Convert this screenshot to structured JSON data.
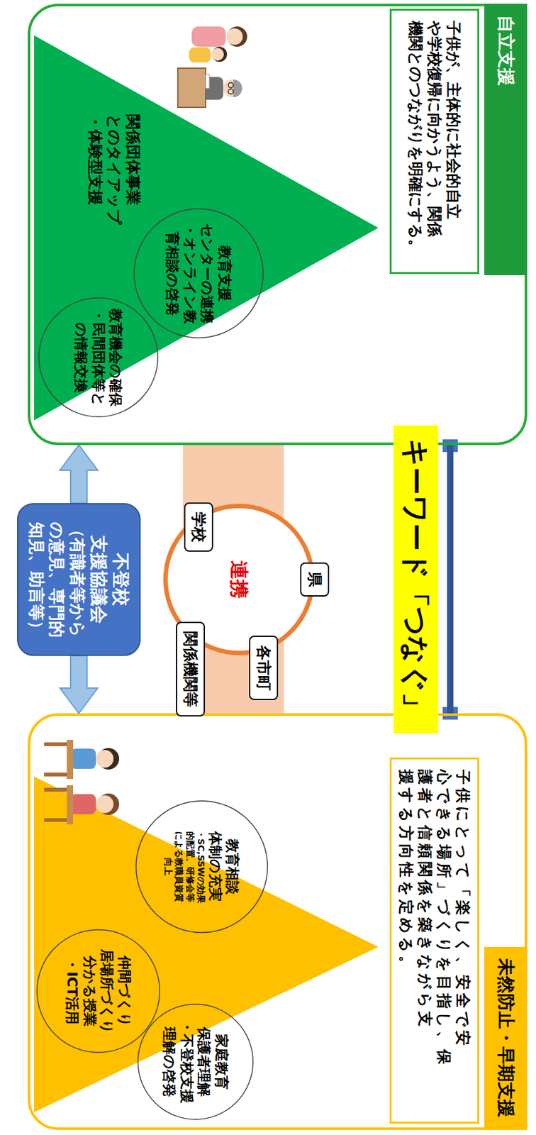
{
  "diagram": {
    "nodes": [
      {
        "text": [
          "自立支援"
        ]
      },
      {
        "text": [
          "子供が、主体的に社会的自立 や学校復帰に向かうよう、関係 機関とのつながりを明確にする。"
        ],
        "in": 0
      },
      {
        "text": [
          "教育支援 センターの連携 ・オンライン教 育相談の啓発"
        ],
        "in": 0
      },
      {
        "text": [
          "教育機会の確保 ・民間団体等と の情報交換"
        ],
        "in": 0
      },
      {
        "text": [
          "キーワード「つなぐ」"
        ]
      },
      {
        "text": [
          "不登校 支援協議会",
          "（有識者等から の意見、専門的 知見、助言等）"
        ]
      },
      {
        "text": [
          "連携"
        ]
      },
      {
        "text": [
          "県"
        ]
      },
      {
        "text": [
          "学校"
        ]
      },
      {
        "text": [
          "各市町"
        ]
      },
      {
        "text": [
          "関係機関等"
        ]
      },
      {
        "text": [
          "未然防止・早期支援"
        ]
      },
      {
        "text": [
          "子供にとって「楽しく、安全で安 心できる場所」づくりを目指し、保 護者と信頼関係を築きながら支 援する方向性を定める。"
        ],
        "in": 11
      },
      {
        "text": [
          "教育相談 体制の充実",
          "・SC,SSWの効果 的配置、研修会等 による教職員資質 向上"
        ],
        "in": 11
      },
      {
        "text": [
          "家庭教育 保護者理解 ・不登校支援 理解の啓発"
        ],
        "in": 11
      },
      {
        "text": [
          "仲間づくり 居場所づくり 分かる授業 ・ICT活用"
        ],
        "in": 11
      }
    ],
    "edges": [
      {
        "from": 5,
        "to": 0,
        "arrow": "to"
      },
      {
        "from": 5,
        "to": 11,
        "arrow": "to"
      },
      {
        "from": 0,
        "to": 11,
        "arrow": "none"
      }
    ],
    "labels": [
      "関係団体事業 とのタイアップ ・体験型支援"
    ]
  }
}
